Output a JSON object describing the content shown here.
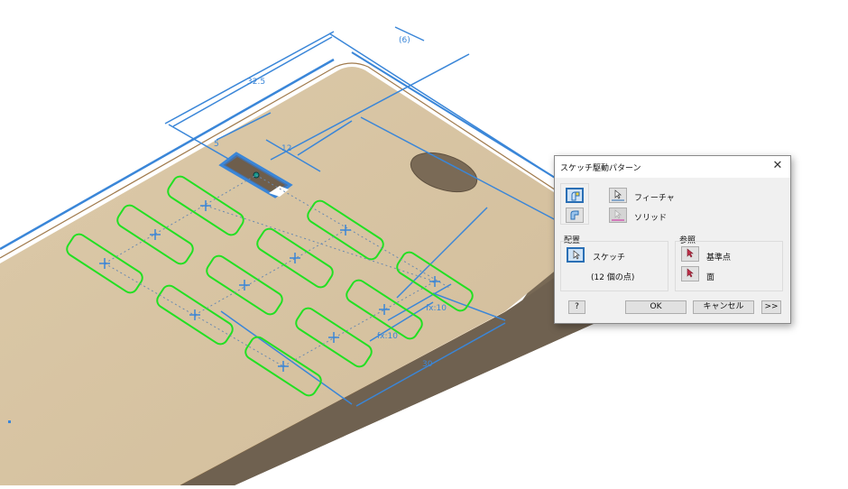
{
  "viewport": {
    "dimensions": {
      "overall_length": "32.5",
      "offset_ref": "(6)",
      "slot_length": "12",
      "slot_offset": "5",
      "spacing_1": "fx:10",
      "spacing_2": "fx:10",
      "bottom_length": "30"
    },
    "colors": {
      "part_top": "#d8c4a4",
      "part_side": "#6f6150",
      "dimension": "#3a86d8",
      "sketch": "#22e022",
      "hole": "#7a6a56"
    }
  },
  "dialog": {
    "title": "スケッチ駆動パターン",
    "close_icon": "✕",
    "mode_buttons": [
      {
        "name": "feature-pattern",
        "selected": true
      },
      {
        "name": "solid-pattern",
        "selected": false
      }
    ],
    "feature_label": "フィーチャ",
    "solid_label": "ソリッド",
    "placement": {
      "group_label": "配置",
      "sketch_label": "スケッチ",
      "point_count": "(12 個の点)"
    },
    "reference": {
      "group_label": "参照",
      "base_point_label": "基準点",
      "face_label": "面"
    },
    "help_label": "?",
    "ok_label": "OK",
    "cancel_label": "キャンセル",
    "more_label": ">>"
  }
}
